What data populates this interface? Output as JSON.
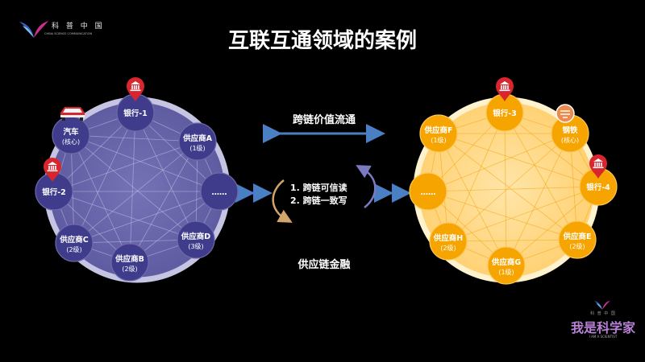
{
  "brand": {
    "logo_cn": "科 普 中 国",
    "logo_en": "CHINA SCIENCE COMMUNICATION",
    "footer_small": "科 普 中 国",
    "footer_title": "我是科学家",
    "footer_en": "I AM A SCIENTIST"
  },
  "title": "互联互通领域的案例",
  "labels": {
    "cross_chain_value": "跨链价值流通",
    "supply_chain_finance": "供应链金融",
    "center_line1": "1. 跨链可信读",
    "center_line2": "2. 跨链一致写"
  },
  "left_network": {
    "nodes": [
      {
        "l1": "银行-1",
        "l2": "",
        "icon": "bank-icon"
      },
      {
        "l1": "供应商A",
        "l2": "(1级)",
        "icon": ""
      },
      {
        "l1": "……",
        "l2": "",
        "icon": ""
      },
      {
        "l1": "供应商D",
        "l2": "(3级)",
        "icon": ""
      },
      {
        "l1": "供应商B",
        "l2": "(2级)",
        "icon": ""
      },
      {
        "l1": "供应商C",
        "l2": "(2级)",
        "icon": ""
      },
      {
        "l1": "银行-2",
        "l2": "",
        "icon": "bank-icon"
      },
      {
        "l1": "汽车",
        "l2": "(核心)",
        "icon": "car-icon"
      }
    ]
  },
  "right_network": {
    "nodes": [
      {
        "l1": "银行-3",
        "l2": "",
        "icon": "bank-icon"
      },
      {
        "l1": "钢铁",
        "l2": "(核心)",
        "icon": "steel-icon"
      },
      {
        "l1": "银行-4",
        "l2": "",
        "icon": "bank-icon"
      },
      {
        "l1": "供应商E",
        "l2": "(2级)",
        "icon": ""
      },
      {
        "l1": "供应商G",
        "l2": "(1级)",
        "icon": ""
      },
      {
        "l1": "供应商H",
        "l2": "(2级)",
        "icon": ""
      },
      {
        "l1": "……",
        "l2": "",
        "icon": ""
      },
      {
        "l1": "供应商F",
        "l2": "(1级)",
        "icon": ""
      }
    ]
  },
  "colors": {
    "left_node": "#3f3c8c",
    "left_fill": "#6864a8",
    "left_ring": "#b9b8dc",
    "right_node": "#f6a400",
    "right_fill": "#ffd98a",
    "right_ring": "#fff0c8",
    "bank_pin": "#d9252d",
    "arrow_blue": "#4a7fc4",
    "cycle_left": "#d2a46c",
    "cycle_right": "#7a7ac0"
  }
}
